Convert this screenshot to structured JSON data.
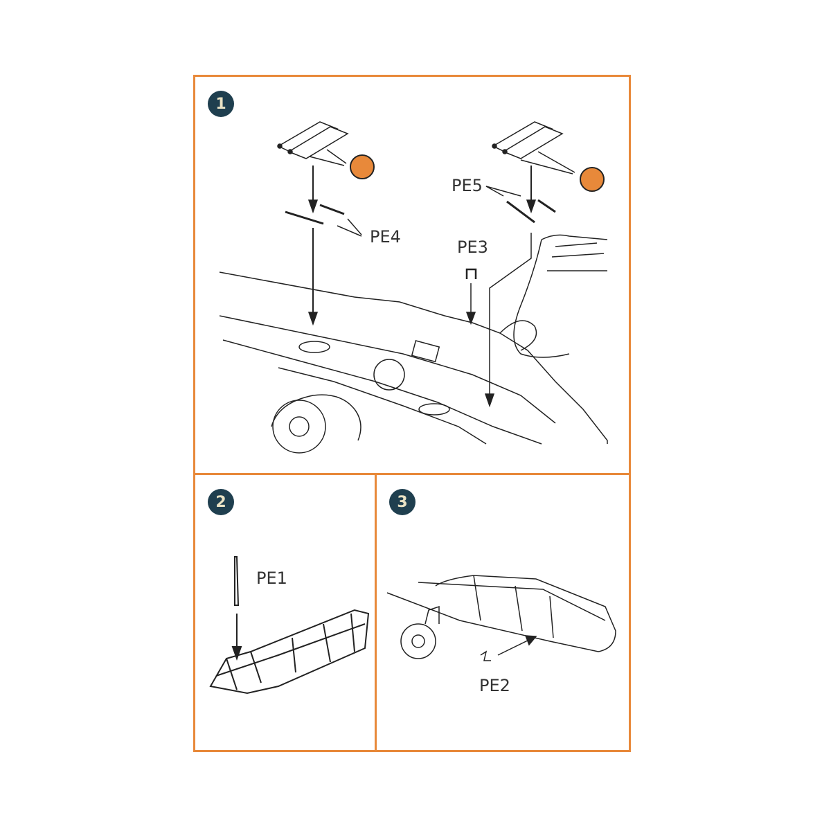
{
  "panels": [
    {
      "id": 1,
      "step": "1",
      "labels": {
        "pe4": "PE4",
        "pe5": "PE5",
        "pe3": "PE3"
      },
      "icons": [
        "rocket-pair-icon",
        "rocket-pair-icon",
        "cut-knife-icon",
        "cut-knife-icon"
      ]
    },
    {
      "id": 2,
      "step": "2",
      "labels": {
        "pe1": "PE1"
      }
    },
    {
      "id": 3,
      "step": "3",
      "labels": {
        "pe2": "PE2"
      }
    }
  ],
  "colors": {
    "frame": "#e8893a",
    "badge": "#1f3f4f",
    "badge_text": "#e9e2c4",
    "knife_bg": "#e8893a"
  }
}
